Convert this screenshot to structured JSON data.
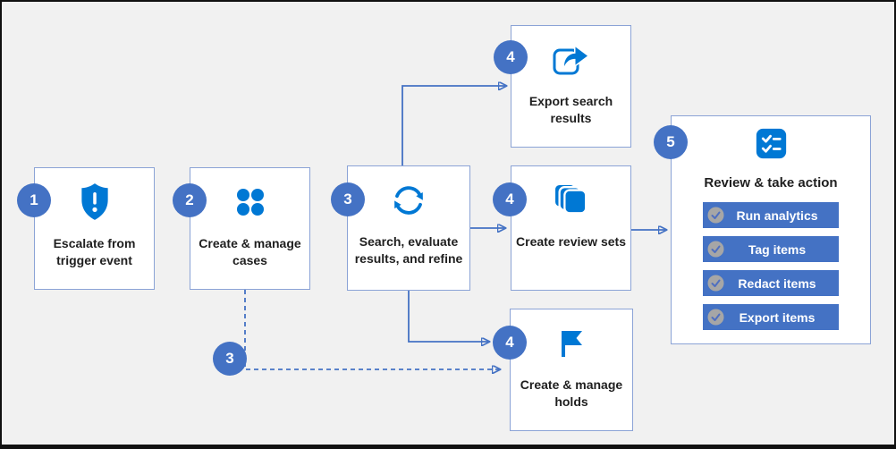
{
  "diagram": {
    "title_hint": "eDiscovery workflow",
    "colors": {
      "accent": "#4472C4",
      "icon_blue": "#0078D4",
      "box_border": "#8BA3D6",
      "background": "#F1F1F1",
      "text": "#1F1F1F",
      "check_circle_gray": "#A6A6A6"
    },
    "nodes": [
      {
        "badge": "1",
        "label": "Escalate from trigger event",
        "icon": "shield-alert-icon"
      },
      {
        "badge": "2",
        "label": "Create & manage cases",
        "icon": "cases-grid-icon"
      },
      {
        "badge": "3",
        "label": "Search, evaluate results, and refine",
        "icon": "sync-icon"
      },
      {
        "badge": "4",
        "label": "Export search results",
        "icon": "export-share-icon"
      },
      {
        "badge": "4",
        "label": "Create review sets",
        "icon": "review-sets-icon"
      },
      {
        "badge": "4",
        "label": "Create & manage holds",
        "icon": "flag-icon"
      }
    ],
    "branch_badge": "3",
    "review_panel": {
      "badge": "5",
      "title": "Review & take action",
      "icon": "checklist-icon",
      "actions": [
        {
          "label": "Run analytics"
        },
        {
          "label": "Tag items"
        },
        {
          "label": "Redact items"
        },
        {
          "label": "Export items"
        }
      ]
    }
  }
}
